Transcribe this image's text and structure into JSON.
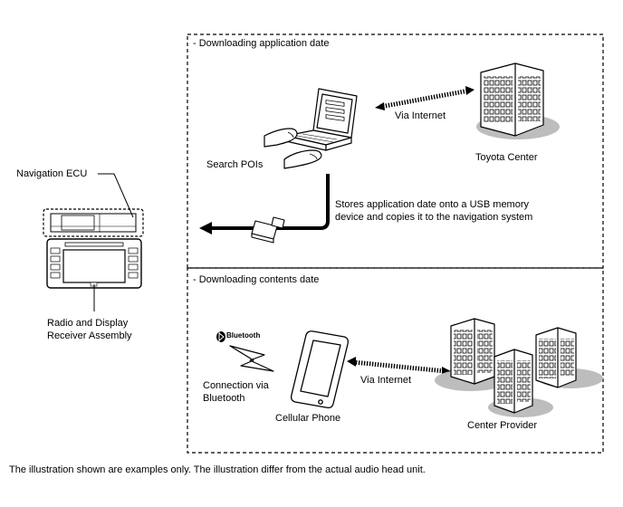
{
  "sections": {
    "top_title": "- Downloading application date",
    "bottom_title": "- Downloading contents date"
  },
  "labels": {
    "navigation_ecu": "Navigation ECU",
    "radio_display_line1": "Radio and Display",
    "radio_display_line2": "Receiver Assembly",
    "search_pois": "Search POIs",
    "via_internet_top": "Via Internet",
    "toyota_center": "Toyota Center",
    "stores_line1": "Stores application date onto a USB memory",
    "stores_line2": "device and copies it to the navigation system",
    "bluetooth_logo": "Bluetooth",
    "connection_line1": "Connection via",
    "connection_line2": "Bluetooth",
    "cellular_phone": "Cellular Phone",
    "via_internet_bottom": "Via Internet",
    "center_provider": "Center Provider"
  },
  "footer": {
    "note": "The illustration shown are examples only. The illustration differ from the actual audio head unit."
  }
}
